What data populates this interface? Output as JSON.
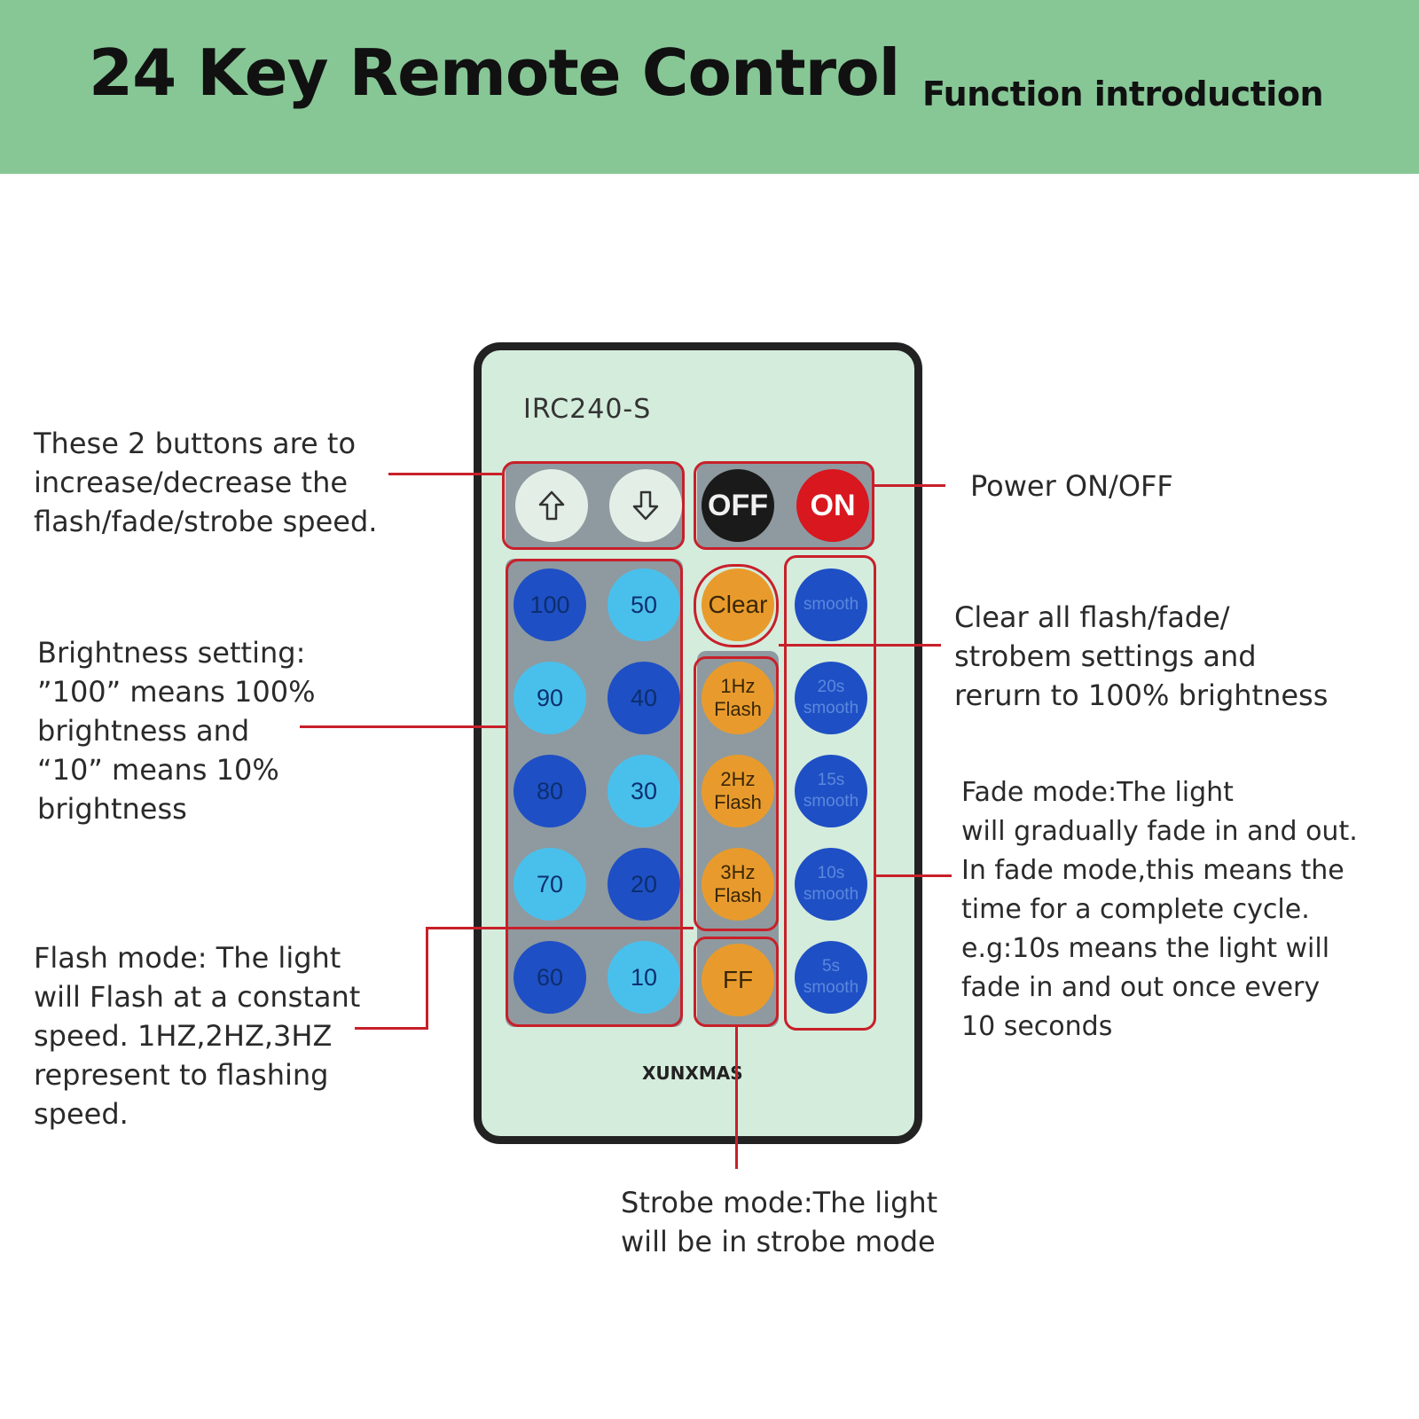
{
  "header": {
    "title": "24 Key Remote Control",
    "subtitle": "Function introduction"
  },
  "remote": {
    "model": "IRC240-S",
    "brand": "XUNXMAS",
    "buttons": {
      "up": "up-arrow",
      "down": "down-arrow",
      "off": "OFF",
      "on": "ON",
      "clear": "Clear",
      "brightness": [
        "100",
        "50",
        "90",
        "40",
        "80",
        "30",
        "70",
        "20",
        "60",
        "10"
      ],
      "flash": [
        "1Hz\nFlash",
        "2Hz\nFlash",
        "3Hz\nFlash"
      ],
      "strobe": "FF",
      "fade": [
        "smooth",
        "20s\nsmooth",
        "15s\nsmooth",
        "10s\nsmooth",
        "5s\nsmooth"
      ]
    }
  },
  "annotations": {
    "speed": "These 2 buttons are to\nincrease/decrease the\n flash/fade/strobe speed.",
    "power": "Power ON/OFF",
    "brightness": "Brightness setting:\n”100” means 100%\nbrightness and\n“10” means 10%\nbrightness",
    "clear": "Clear all flash/fade/\nstrobem settings and\nrerurn to 100% brightness",
    "fade": "Fade mode:The light\nwill gradually fade in and out.\nIn fade mode,this means the\ntime for a complete cycle.\ne.g:10s means the light will\nfade in and out once every\n10 seconds",
    "flash": "Flash mode: The light\nwill Flash at a constant\nspeed. 1HZ,2HZ,3HZ\nrepresent to flashing\nspeed.",
    "strobe": "Strobe mode:The light\nwill be in strobe mode"
  },
  "colors": {
    "banner": "#87c796",
    "remote_body": "#d4ecdc",
    "highlight": "#c8202a",
    "button_dark_blue": "#1f4fc4",
    "button_light_blue": "#49c0ec",
    "button_orange": "#e89b2c",
    "button_red": "#d8171f"
  }
}
